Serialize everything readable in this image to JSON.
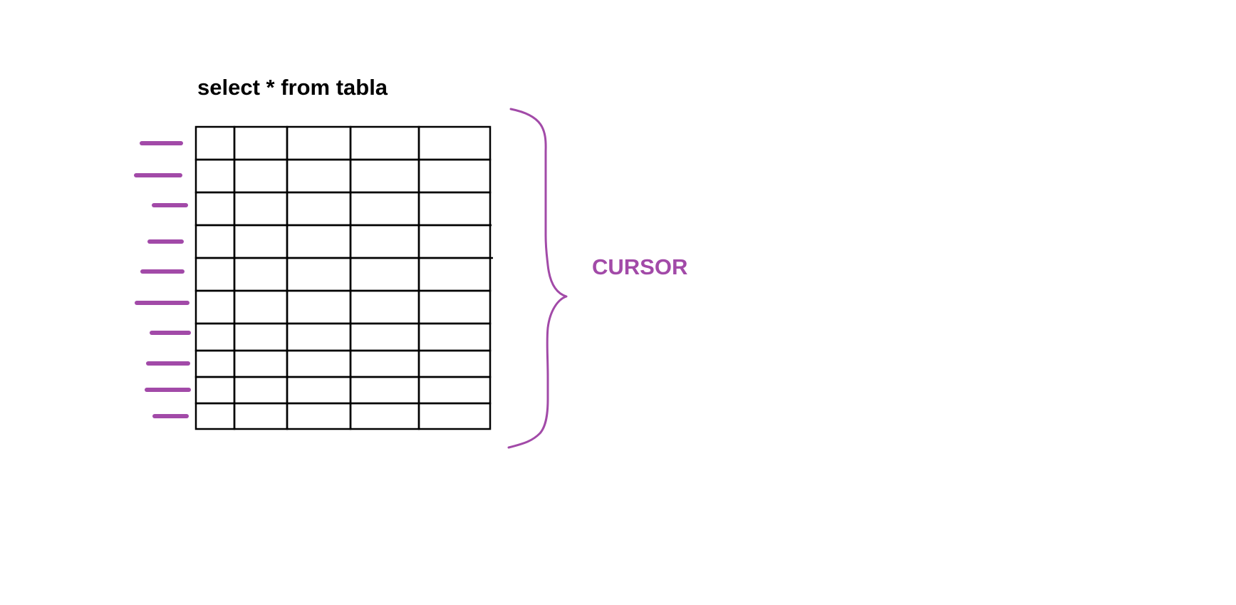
{
  "query": {
    "text": "select * from tabla"
  },
  "cursor": {
    "label": "CURSOR"
  },
  "table": {
    "rows": 10,
    "columns": 5,
    "cells": [
      [
        "",
        "",
        "",
        "",
        ""
      ],
      [
        "",
        "",
        "",
        "",
        ""
      ],
      [
        "",
        "",
        "",
        "",
        ""
      ],
      [
        "",
        "",
        "",
        "",
        ""
      ],
      [
        "",
        "",
        "",
        "",
        ""
      ],
      [
        "",
        "",
        "",
        "",
        ""
      ],
      [
        "",
        "",
        "",
        "",
        ""
      ],
      [
        "",
        "",
        "",
        "",
        ""
      ],
      [
        "",
        "",
        "",
        "",
        ""
      ],
      [
        "",
        "",
        "",
        "",
        ""
      ]
    ]
  },
  "colors": {
    "text": "#000000",
    "grid": "#000000",
    "accent": "#a24aa8"
  },
  "icons": {
    "row_marker": "row-marker-dash-icon",
    "brace": "curly-brace-icon"
  }
}
